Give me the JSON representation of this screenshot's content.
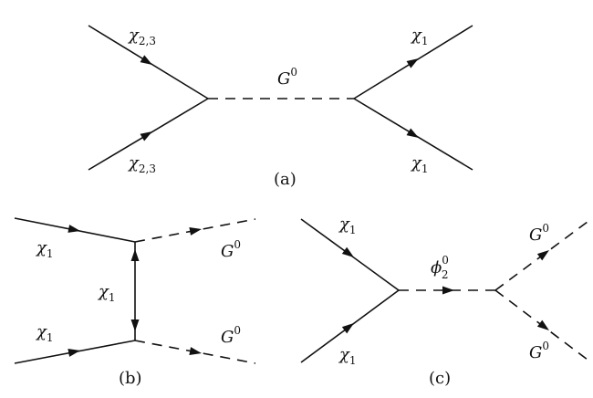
{
  "diagrams": {
    "a": {
      "caption": "(a)",
      "in_top": {
        "base": "χ",
        "sub": "2,3"
      },
      "in_bottom": {
        "base": "χ",
        "sub": "2,3"
      },
      "mediator": {
        "base": "G",
        "sup": "0"
      },
      "out_top": {
        "base": "χ",
        "sub": "1"
      },
      "out_bottom": {
        "base": "χ",
        "sub": "1"
      }
    },
    "b": {
      "caption": "(b)",
      "in_top": {
        "base": "χ",
        "sub": "1"
      },
      "in_bottom": {
        "base": "χ",
        "sub": "1"
      },
      "exchange": {
        "base": "χ",
        "sub": "1"
      },
      "out_top": {
        "base": "G",
        "sup": "0"
      },
      "out_bottom": {
        "base": "G",
        "sup": "0"
      }
    },
    "c": {
      "caption": "(c)",
      "in_top": {
        "base": "χ",
        "sub": "1"
      },
      "in_bottom": {
        "base": "χ",
        "sub": "1"
      },
      "mediator": {
        "base": "ϕ",
        "sub": "2",
        "sup": "0"
      },
      "out_top": {
        "base": "G",
        "sup": "0"
      },
      "out_bottom": {
        "base": "G",
        "sup": "0"
      }
    }
  }
}
